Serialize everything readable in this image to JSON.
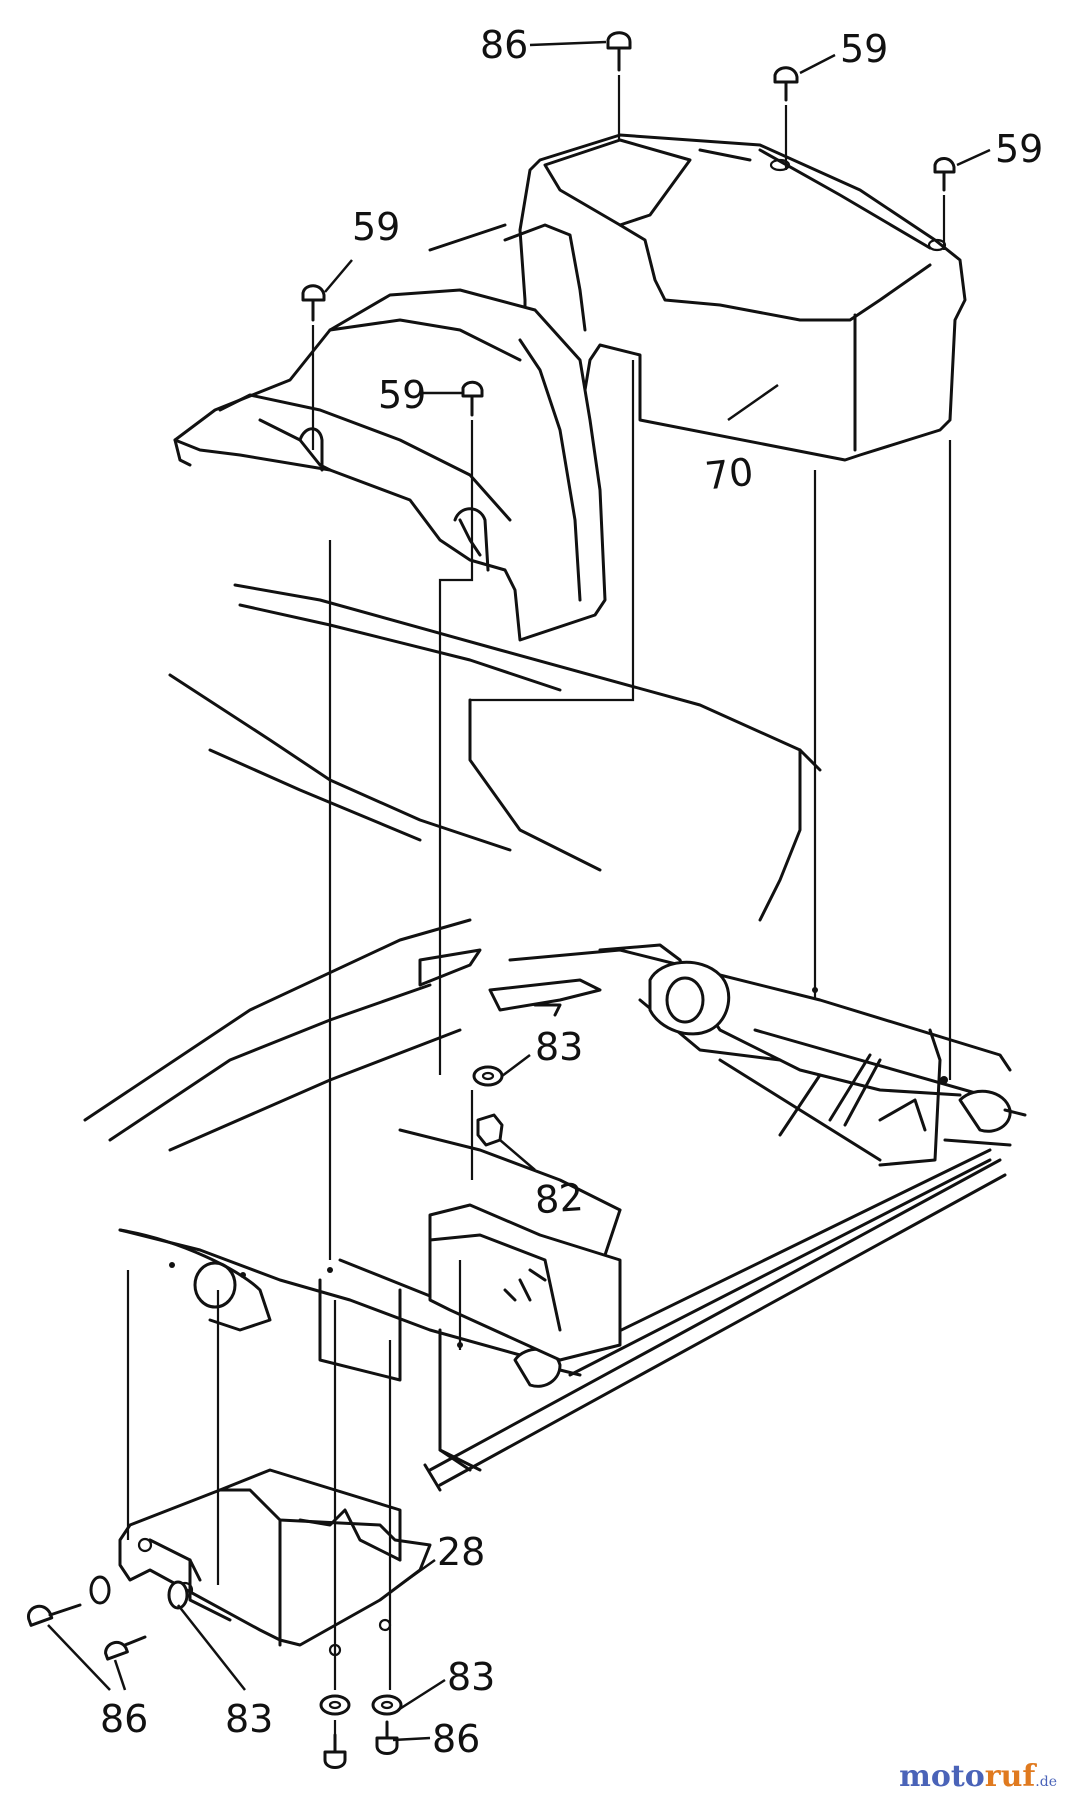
{
  "part_labels": {
    "p86_top": "86",
    "p59_top": "59",
    "p59_right": "59",
    "p59_left": "59",
    "p59_mid": "59",
    "p70": "70",
    "p83_mid": "83",
    "p82": "82",
    "p28": "28",
    "p83_right": "83",
    "p86_left": "86",
    "p83_bottom": "83",
    "p86_bottom": "86"
  },
  "watermark": {
    "brand_a": "moto",
    "brand_b": "ruf",
    "tld": ".de"
  },
  "colors": {
    "line": "#111111",
    "background": "#ffffff",
    "watermark_blue": "#4a63b8",
    "watermark_orange": "#e07a1f"
  }
}
